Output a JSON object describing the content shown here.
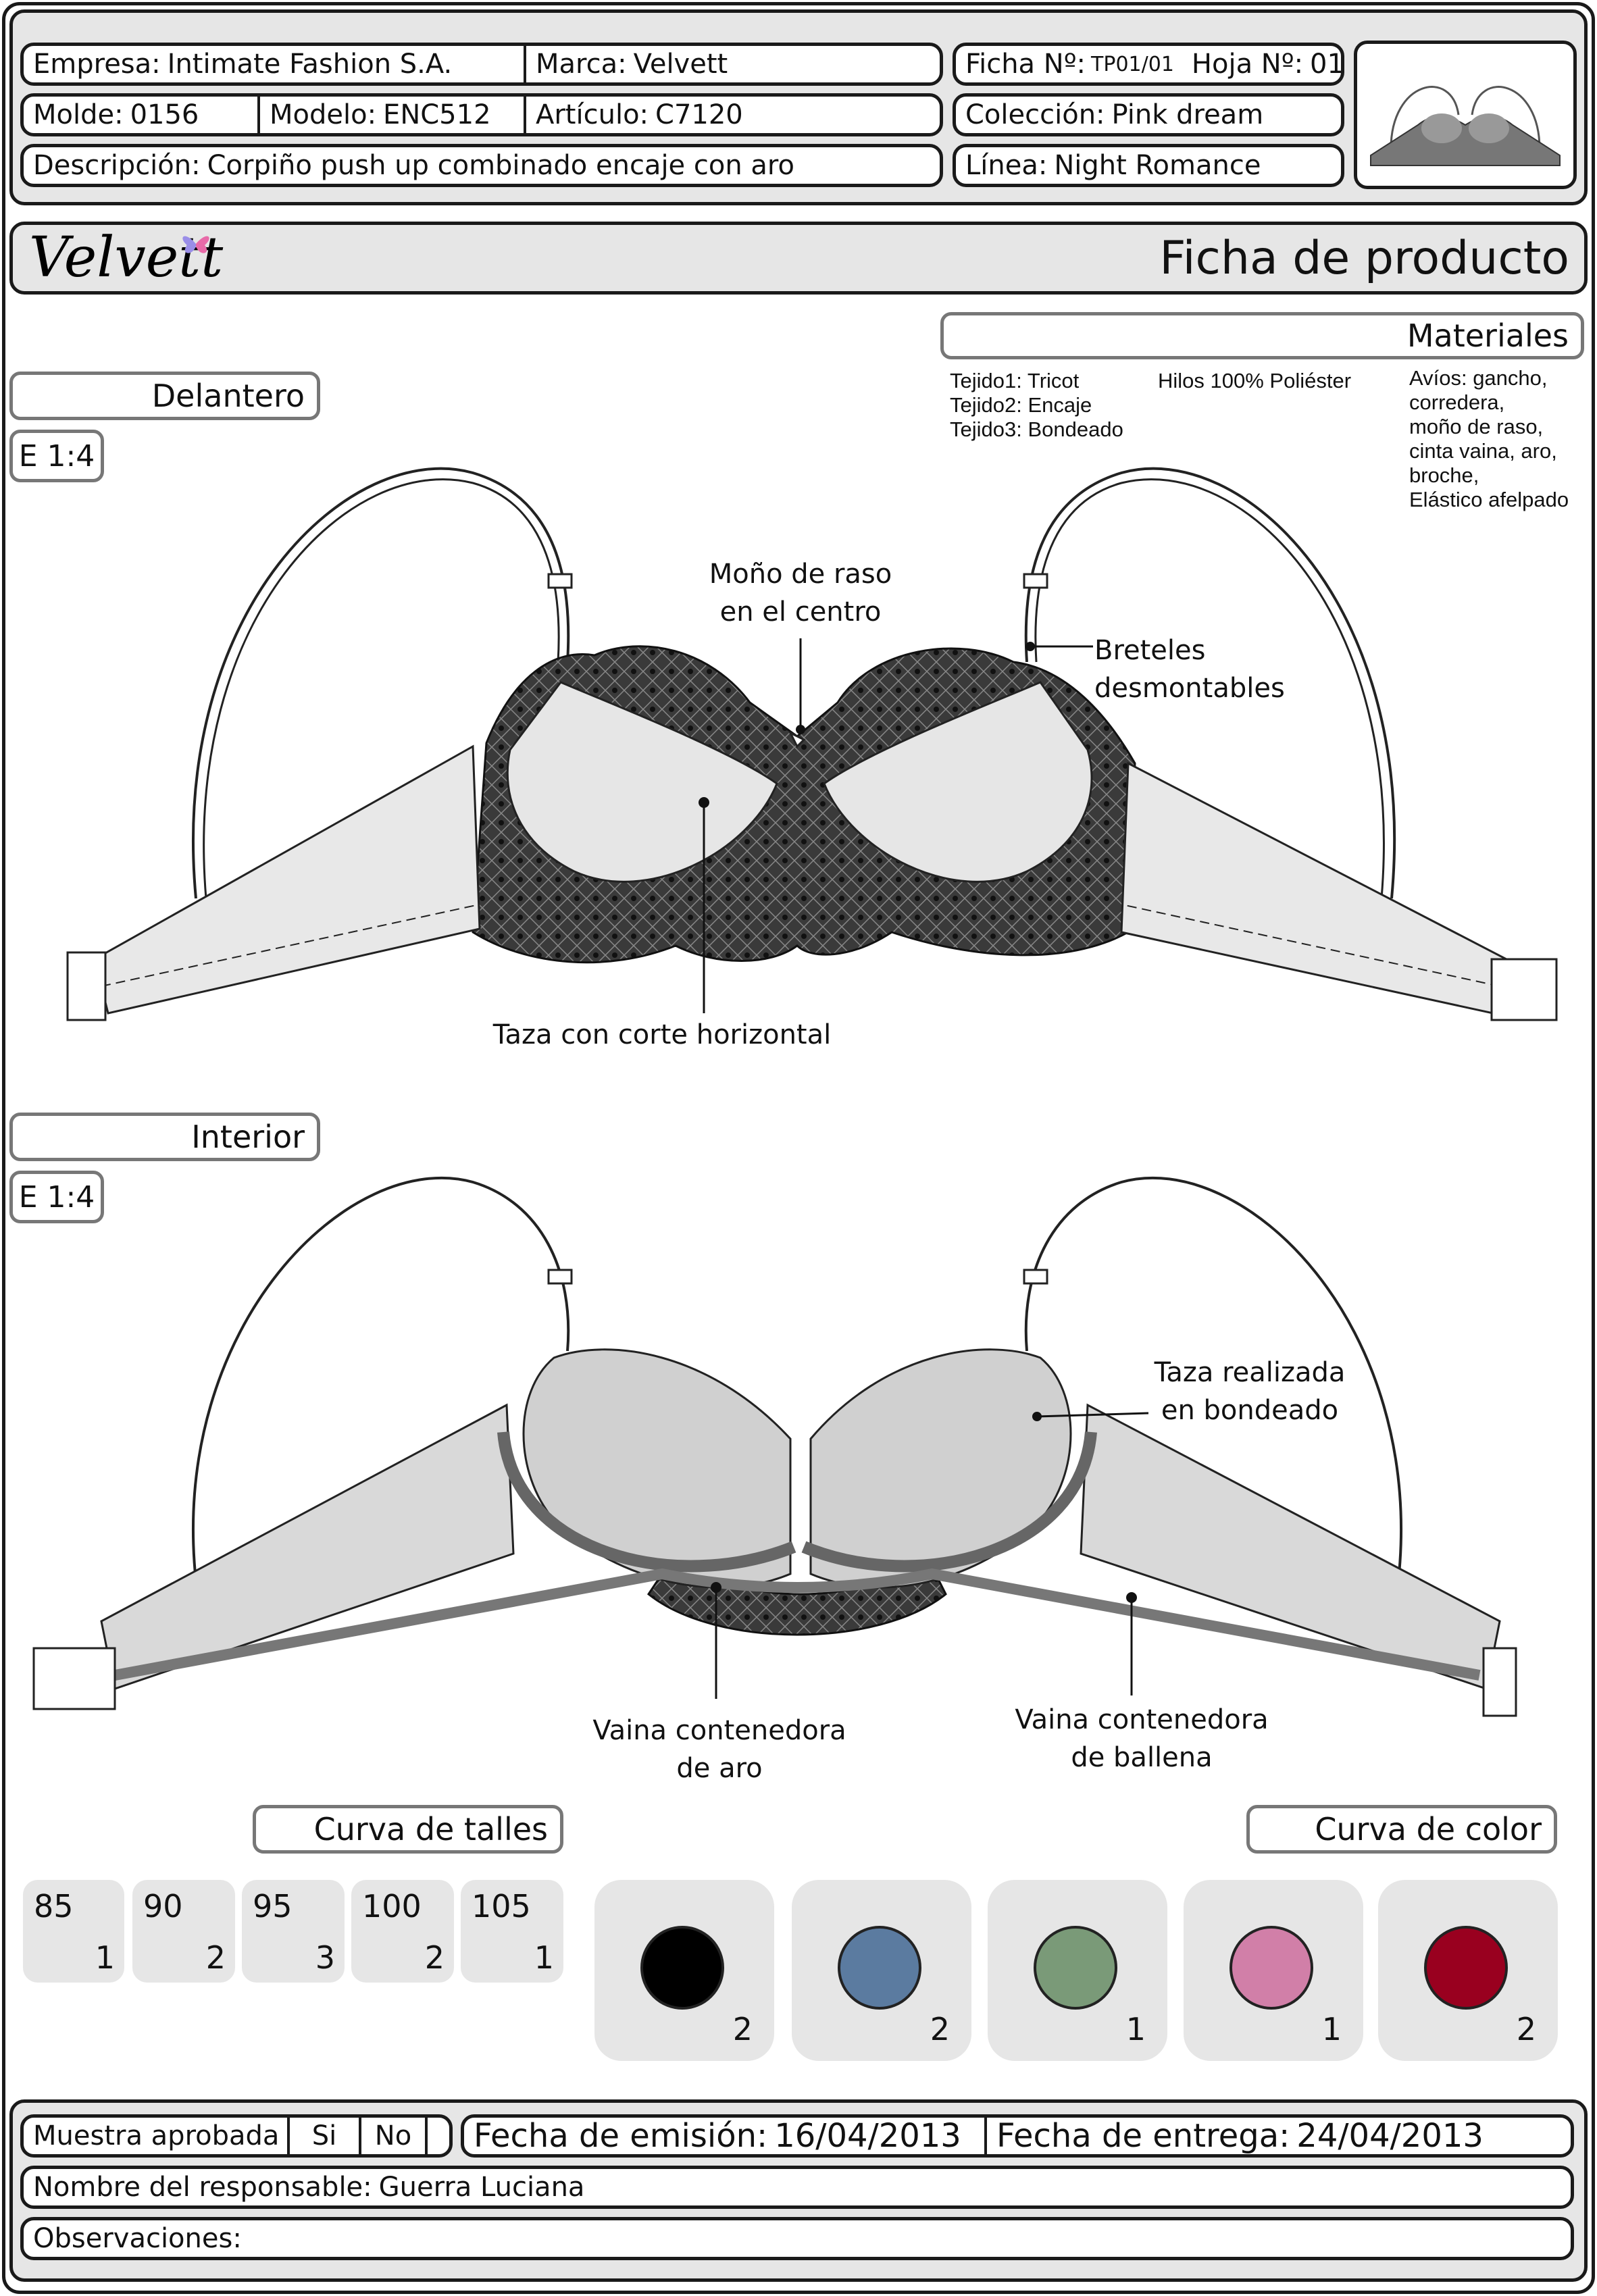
{
  "header": {
    "empresa": {
      "label": "Empresa:",
      "value": "Intimate Fashion S.A."
    },
    "marca": {
      "label": "Marca:",
      "value": "Velvett"
    },
    "ficha": {
      "label": "Ficha Nº:",
      "value": "TP01/01"
    },
    "hoja": {
      "label": "Hoja Nº:",
      "value": "01"
    },
    "molde": {
      "label": "Molde:",
      "value": "0156"
    },
    "modelo": {
      "label": "Modelo:",
      "value": "ENC512"
    },
    "articulo": {
      "label": "Artículo:",
      "value": "C7120"
    },
    "coleccion": {
      "label": "Colección:",
      "value": "Pink dream"
    },
    "descripcion": {
      "label": "Descripción:",
      "value": "Corpiño push up combinado encaje con aro"
    },
    "linea": {
      "label": "Línea:",
      "value": "Night Romance"
    }
  },
  "brand": {
    "logo_text": "Velvett",
    "title": "Ficha de producto"
  },
  "materiales": {
    "title": "Materiales",
    "tejidos": [
      "Tejido1: Tricot",
      "Tejido2: Encaje",
      "Tejido3: Bondeado"
    ],
    "hilos": "Hilos 100% Poliéster",
    "avios": [
      "Avíos: gancho,",
      "corredera,",
      "moño de raso,",
      "cinta vaina, aro,",
      "broche,",
      "Elástico afelpado"
    ]
  },
  "front": {
    "title": "Delantero",
    "scale": "E 1:4",
    "annotations": {
      "bow": [
        "Moño de raso",
        "en el centro"
      ],
      "straps": [
        "Breteles",
        "desmontables"
      ],
      "cup": [
        "Taza con corte horizontal"
      ]
    }
  },
  "interior": {
    "title": "Interior",
    "scale": "E 1:4",
    "annotations": {
      "cup": [
        "Taza realizada",
        "en bondeado"
      ],
      "wire": [
        "Vaina contenedora",
        "de aro"
      ],
      "bone": [
        "Vaina contenedora",
        "de ballena"
      ]
    }
  },
  "sizes": {
    "title": "Curva de talles",
    "items": [
      {
        "size": "85",
        "qty": "1"
      },
      {
        "size": "90",
        "qty": "2"
      },
      {
        "size": "95",
        "qty": "3"
      },
      {
        "size": "100",
        "qty": "2"
      },
      {
        "size": "105",
        "qty": "1"
      }
    ]
  },
  "colors": {
    "title": "Curva de color",
    "items": [
      {
        "color": "#000000",
        "qty": "2"
      },
      {
        "color": "#5b7ba0",
        "qty": "2"
      },
      {
        "color": "#7a9a78",
        "qty": "1"
      },
      {
        "color": "#d17fa8",
        "qty": "1"
      },
      {
        "color": "#99001f",
        "qty": "2"
      }
    ]
  },
  "footer": {
    "muestra": "Muestra aprobada",
    "si": "Si",
    "no": "No",
    "emision": {
      "label": "Fecha de emisión:",
      "value": "16/04/2013"
    },
    "entrega": {
      "label": "Fecha de entrega:",
      "value": "24/04/2013"
    },
    "responsable": {
      "label": "Nombre del responsable:",
      "value": "Guerra Luciana"
    },
    "observaciones": {
      "label": "Observaciones:",
      "value": ""
    }
  }
}
